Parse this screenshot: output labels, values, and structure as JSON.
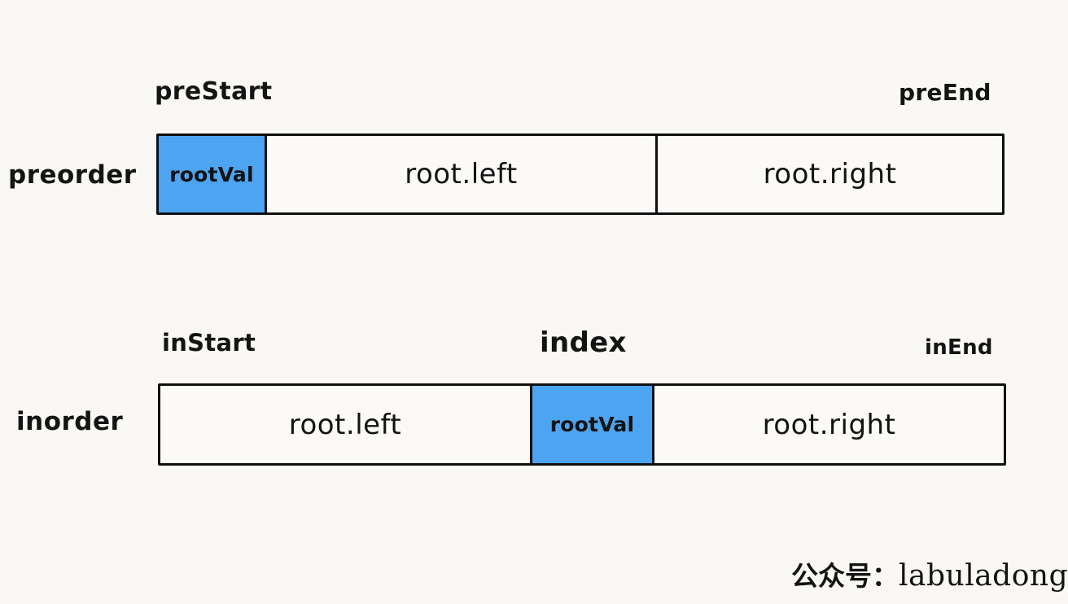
{
  "meta": {
    "background_color": "#faf8f4",
    "ink_color": "#101010",
    "highlight_color": "#4da4f0"
  },
  "rows": [
    {
      "id": "preorder",
      "label": "preorder",
      "start_label": "preStart",
      "end_label": "preEnd",
      "cells": [
        {
          "text": "rootVal",
          "kind": "root-val"
        },
        {
          "text": "root.left",
          "kind": "subtree"
        },
        {
          "text": "root.right",
          "kind": "subtree"
        }
      ]
    },
    {
      "id": "inorder",
      "label": "inorder",
      "start_label": "inStart",
      "middle_label": "index",
      "end_label": "inEnd",
      "cells": [
        {
          "text": "root.left",
          "kind": "subtree"
        },
        {
          "text": "rootVal",
          "kind": "root-val"
        },
        {
          "text": "root.right",
          "kind": "subtree"
        }
      ]
    }
  ],
  "watermark": {
    "prefix": "公众号：",
    "name": "labuladong"
  }
}
